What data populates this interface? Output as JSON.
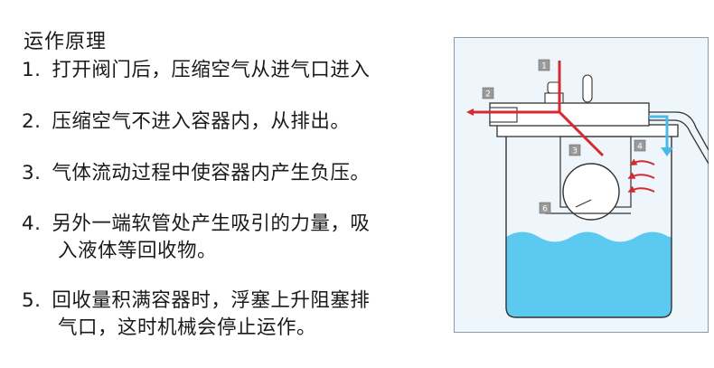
{
  "heading": "运作原理",
  "steps": [
    {
      "num": "1.",
      "lines": [
        "打开阀门后，压缩空气从进气口进入"
      ]
    },
    {
      "num": "2.",
      "lines": [
        "压缩空气不进入容器内，从排出。"
      ]
    },
    {
      "num": "3.",
      "lines": [
        "气体流动过程中使容器内产生负压。"
      ]
    },
    {
      "num": "4.",
      "lines": [
        "另外一端软管处产生吸引的力量，吸",
        "入液体等回收物。"
      ]
    },
    {
      "num": "5.",
      "lines": [
        "回收量积满容器时，浮塞上升阻塞排",
        "气口，这时机械会停止运作。"
      ]
    }
  ],
  "diagram": {
    "markers": [
      "1",
      "2",
      "3",
      "4",
      "6"
    ],
    "colors": {
      "panel_bg": "#eef6fb",
      "liquid": "#5ccaf0",
      "arrow_red": "#d42a30",
      "arrow_blue": "#4bb8ec",
      "outline": "#333333"
    }
  }
}
